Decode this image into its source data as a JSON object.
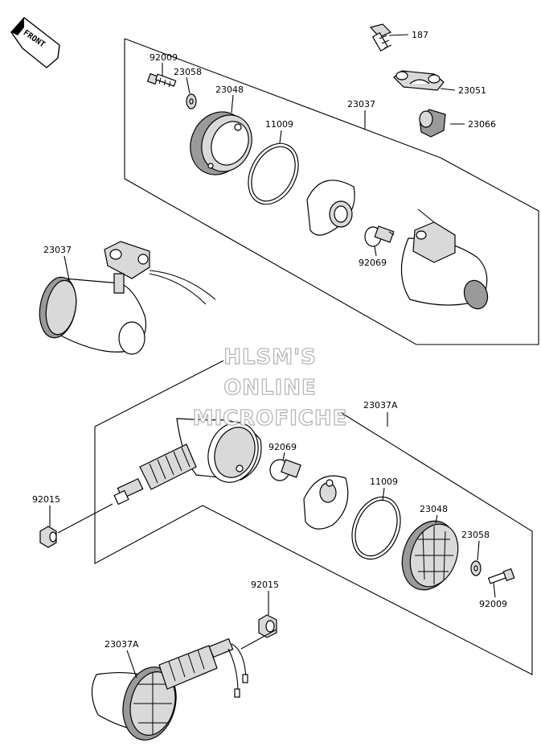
{
  "front_badge": "FRONT",
  "watermark": {
    "line1": "HLSM'S",
    "line2": "ONLINE",
    "line3": "MICROFICHE"
  },
  "labels": {
    "p187": "187",
    "p92009_top": "92009",
    "p23058_top": "23058",
    "p23048_top": "23048",
    "p23051": "23051",
    "p23037_top": "23037",
    "p11009_top": "11009",
    "p23066": "23066",
    "p23037_left": "23037",
    "p92069_top": "92069",
    "p23037A_mid": "23037A",
    "p92069_mid": "92069",
    "p92015_left": "92015",
    "p11009_mid": "11009",
    "p23048_mid": "23048",
    "p23058_mid": "23058",
    "p92009_mid": "92009",
    "p92015_low": "92015",
    "p23037A_low": "23037A"
  }
}
